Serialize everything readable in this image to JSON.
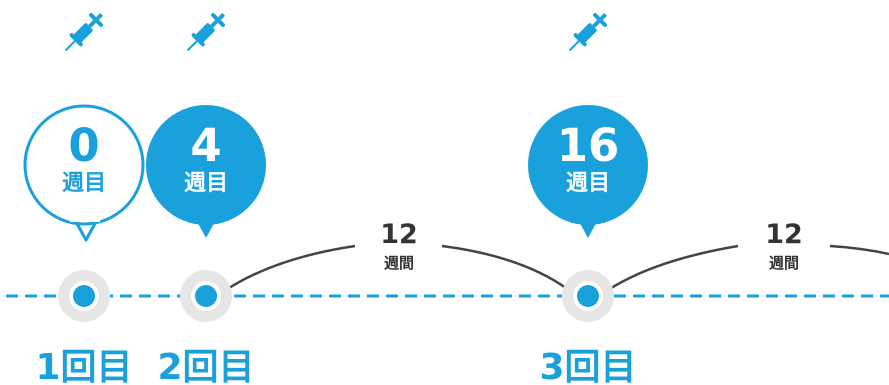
{
  "colors": {
    "accent": "#1aa0db",
    "text_dark": "#333333",
    "halo": "#e6e6e6",
    "white": "#ffffff"
  },
  "icon": "syringe-icon",
  "doses": [
    {
      "number": "0",
      "unit": "週目",
      "label": "1回目",
      "style": "outline"
    },
    {
      "number": "4",
      "unit": "週目",
      "label": "2回目",
      "style": "filled"
    },
    {
      "number": "16",
      "unit": "週目",
      "label": "3回目",
      "style": "filled"
    }
  ],
  "intervals": [
    {
      "number": "12",
      "unit": "週間"
    },
    {
      "number": "12",
      "unit": "週間"
    }
  ]
}
